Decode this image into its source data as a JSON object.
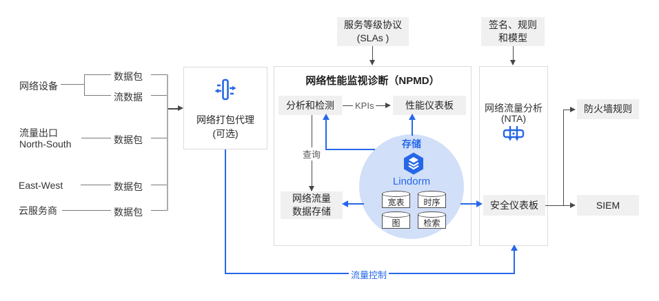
{
  "colors": {
    "accent_blue": "#2667e8",
    "storage_circle_fill": "#d1dff8",
    "label_box_fill": "#f0f0f0",
    "panel_border": "#dbdbdb",
    "dark_connector": "#474747",
    "gray_connector": "#787878"
  },
  "left": {
    "network_devices": "网络设备",
    "packets_1": "数据包",
    "flow_data": "流数据",
    "egress_line1": "流量出口",
    "egress_line2": "North-South",
    "packets_2": "数据包",
    "east_west": "East-West",
    "packets_3": "数据包",
    "cloud_provider": "云服务商",
    "packets_4": "数据包"
  },
  "broker": {
    "title": "网络打包代理",
    "subtitle": "(可选)"
  },
  "inputs": {
    "sla_line1": "服务等级协议",
    "sla_line2": "(SLAs )",
    "rules_line1": "签名、规则",
    "rules_line2": "和模型"
  },
  "npmd": {
    "title": "网络性能监视诊断（NPMD）",
    "analysis": "分析和检测",
    "kpis": "KPIs",
    "perf_dashboard": "性能仪表板",
    "query": "查询",
    "store_line1": "网络流量",
    "store_line2": "数据存储"
  },
  "storage": {
    "label": "存储",
    "product": "Lindorm",
    "engines": [
      "宽表",
      "时序",
      "图",
      "检索"
    ]
  },
  "nta": {
    "title_line1": "网络流量分析",
    "title_line2": "(NTA)",
    "security_dashboard": "安全仪表板"
  },
  "outputs": {
    "firewall": "防火墙规则",
    "siem": "SIEM"
  },
  "flow_control": "流量控制"
}
